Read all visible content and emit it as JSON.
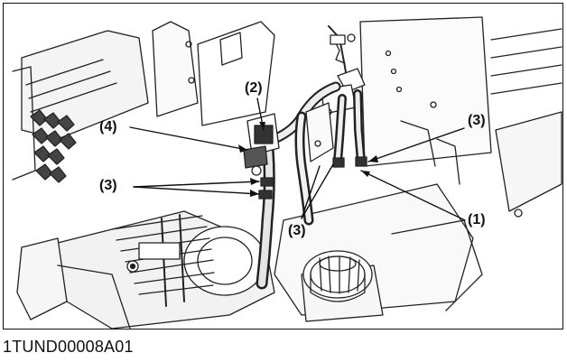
{
  "figure": {
    "id": "1TUND00008A01",
    "callouts": {
      "c1": "(1)",
      "c2": "(2)",
      "c3_top_right": "(3)",
      "c3_left": "(3)",
      "c3_bottom": "(3)",
      "c4": "(4)"
    }
  }
}
